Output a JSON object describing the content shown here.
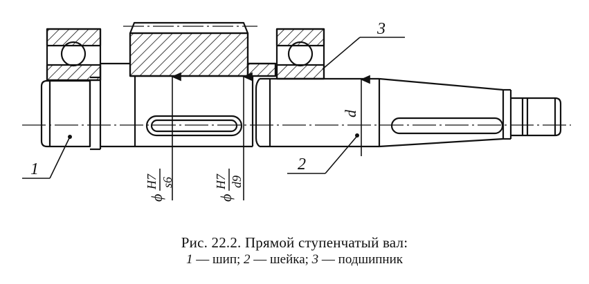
{
  "figure": {
    "labels": {
      "part_1": "1",
      "part_2": "2",
      "part_3": "3",
      "diameter": "d",
      "fit_1_prefix": "ϕ",
      "fit_1_num": "H7",
      "fit_1_den": "s6",
      "fit_2_prefix": "ϕ",
      "fit_2_num": "H7",
      "fit_2_den": "d9"
    }
  },
  "caption": {
    "title": "Рис. 22.2. Прямой ступенчатый вал:",
    "n1": "1",
    "t1": " — шип; ",
    "n2": "2",
    "t2": " — шейка; ",
    "n3": "3",
    "t3": " — подшипник"
  }
}
